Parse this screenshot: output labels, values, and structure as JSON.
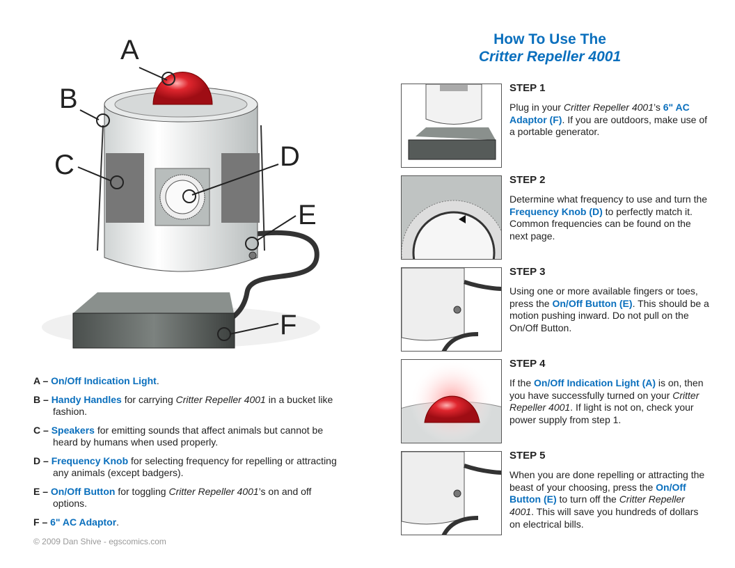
{
  "title": {
    "line1": "How To Use The",
    "line2": "Critter Repeller 4001"
  },
  "callouts": [
    "A",
    "B",
    "C",
    "D",
    "E",
    "F"
  ],
  "legend": [
    [
      {
        "t": "A – ",
        "s": "k"
      },
      {
        "t": "On/Off Indication Light",
        "s": "b"
      },
      {
        "t": "."
      }
    ],
    [
      {
        "t": "B – ",
        "s": "k"
      },
      {
        "t": "Handy Handles",
        "s": "b"
      },
      {
        "t": " for carrying "
      },
      {
        "t": "Critter Repeller 4001",
        "s": "i"
      },
      {
        "t": " in a bucket like fashion."
      }
    ],
    [
      {
        "t": "C – ",
        "s": "k"
      },
      {
        "t": "Speakers",
        "s": "b"
      },
      {
        "t": " for emitting sounds that affect animals but cannot be heard by humans when used properly."
      }
    ],
    [
      {
        "t": "D – ",
        "s": "k"
      },
      {
        "t": "Frequency Knob",
        "s": "b"
      },
      {
        "t": " for selecting frequency for repelling or attracting any animals (except badgers)."
      }
    ],
    [
      {
        "t": "E – ",
        "s": "k"
      },
      {
        "t": "On/Off Button",
        "s": "b"
      },
      {
        "t": " for toggling "
      },
      {
        "t": "Critter Repeller 4001",
        "s": "i"
      },
      {
        "t": "’s on and off options."
      }
    ],
    [
      {
        "t": "F – ",
        "s": "k"
      },
      {
        "t": "6\" AC Adaptor",
        "s": "b"
      },
      {
        "t": "."
      }
    ]
  ],
  "copyright": "© 2009 Dan Shive - egscomics.com",
  "steps": [
    {
      "heading": "STEP 1",
      "body": [
        {
          "t": "Plug in your "
        },
        {
          "t": "Critter Repeller 4001",
          "s": "i"
        },
        {
          "t": "’s "
        },
        {
          "t": "6\" AC Adaptor (F)",
          "s": "b"
        },
        {
          "t": ". If you are outdoors, make use of a portable generator."
        }
      ]
    },
    {
      "heading": "STEP 2",
      "body": [
        {
          "t": "Determine what frequency to use and turn the "
        },
        {
          "t": "Frequency Knob (D)",
          "s": "b"
        },
        {
          "t": " to perfectly match it. Common frequencies can be found on the next page."
        }
      ]
    },
    {
      "heading": "STEP 3",
      "body": [
        {
          "t": "Using one or more available fingers or toes, press the "
        },
        {
          "t": "On/Off Button (E)",
          "s": "b"
        },
        {
          "t": ". This should be a motion pushing inward. Do not pull on the On/Off Button."
        }
      ]
    },
    {
      "heading": "STEP 4",
      "body": [
        {
          "t": "If the "
        },
        {
          "t": "On/Off Indication Light (A)",
          "s": "b"
        },
        {
          "t": " is on, then you have successfully turned on your "
        },
        {
          "t": "Critter Repeller 4001",
          "s": "i"
        },
        {
          "t": ". If light is not on, check your power supply from step 1."
        }
      ]
    },
    {
      "heading": "STEP 5",
      "body": [
        {
          "t": "When you are done repelling or attracting the beast of your choosing, press the "
        },
        {
          "t": "On/Off Button (E)",
          "s": "b"
        },
        {
          "t": " to turn off the "
        },
        {
          "t": "Critter Repeller 4001",
          "s": "i"
        },
        {
          "t": ". This will save you hundreds of dollars on electrical bills."
        }
      ]
    }
  ],
  "colors": {
    "accent": "#0a6fbd",
    "light": "#d81e2a"
  }
}
